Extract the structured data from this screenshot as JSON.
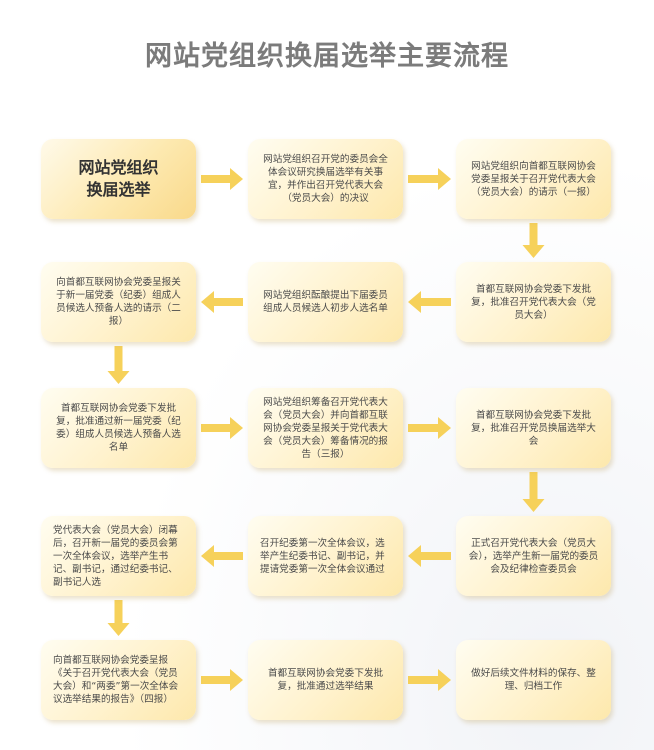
{
  "title": "网站党组织换届选举主要流程",
  "colors": {
    "box_light": "#fffdf1",
    "box_dark": "#fde8ac",
    "arrow": "#f6d15a",
    "title": "#7b7b7b",
    "text": "#4a4a4a"
  },
  "steps": [
    {
      "id": "s1",
      "text": "网站党组织\n换届选举"
    },
    {
      "id": "s2",
      "text": "网站党组织召开党的委员会全体会议研究换届选举有关事宜，并作出召开党代表大会（党员大会）的决议"
    },
    {
      "id": "s3",
      "text": "网站党组织向首都互联网协会党委呈报关于召开党代表大会（党员大会）的请示（一报）"
    },
    {
      "id": "s4",
      "text": "首都互联网协会党委下发批复，批准召开党代表大会（党员大会）"
    },
    {
      "id": "s5",
      "text": "网站党组织酝酿提出下届委员组成人员候选人初步人选名单"
    },
    {
      "id": "s6",
      "text": "向首都互联网协会党委呈报关于新一届党委（纪委）组成人员候选人预备人选的请示（二报）"
    },
    {
      "id": "s7",
      "text": "首都互联网协会党委下发批复，批准通过新一届党委（纪委）组成人员候选人预备人选名单"
    },
    {
      "id": "s8",
      "text": "网站党组织筹备召开党代表大会（党员大会）并向首都互联网协会党委呈报关于党代表大会（党员大会）筹备情况的报告（三报）"
    },
    {
      "id": "s9",
      "text": "首都互联网协会党委下发批复，批准召开党员换届选举大会"
    },
    {
      "id": "s10",
      "text": "正式召开党代表大会（党员大会），选举产生新一届党的委员会及纪律检查委员会"
    },
    {
      "id": "s11",
      "text": "召开纪委第一次全体会议，选举产生纪委书记、副书记，并提请党委第一次全体会议通过"
    },
    {
      "id": "s12",
      "text": "党代表大会（党员大会）闭幕后，召开新一届党的委员会第一次全体会议，选举产生书记、副书记，通过纪委书记、副书记人选"
    },
    {
      "id": "s13",
      "text": "向首都互联网协会党委呈报《关于召开党代表大会（党员大会）和“两委”第一次全体会议选举结果的报告》（四报）"
    },
    {
      "id": "s14",
      "text": "首都互联网协会党委下发批复，批准通过选举结果"
    },
    {
      "id": "s15",
      "text": "做好后续文件材料的保存、整理、归档工作"
    }
  ],
  "edges": [
    [
      "s1",
      "s2"
    ],
    [
      "s2",
      "s3"
    ],
    [
      "s3",
      "s4"
    ],
    [
      "s4",
      "s5"
    ],
    [
      "s5",
      "s6"
    ],
    [
      "s6",
      "s7"
    ],
    [
      "s7",
      "s8"
    ],
    [
      "s8",
      "s9"
    ],
    [
      "s9",
      "s10"
    ],
    [
      "s10",
      "s11"
    ],
    [
      "s11",
      "s12"
    ],
    [
      "s12",
      "s13"
    ],
    [
      "s13",
      "s14"
    ],
    [
      "s14",
      "s15"
    ]
  ]
}
